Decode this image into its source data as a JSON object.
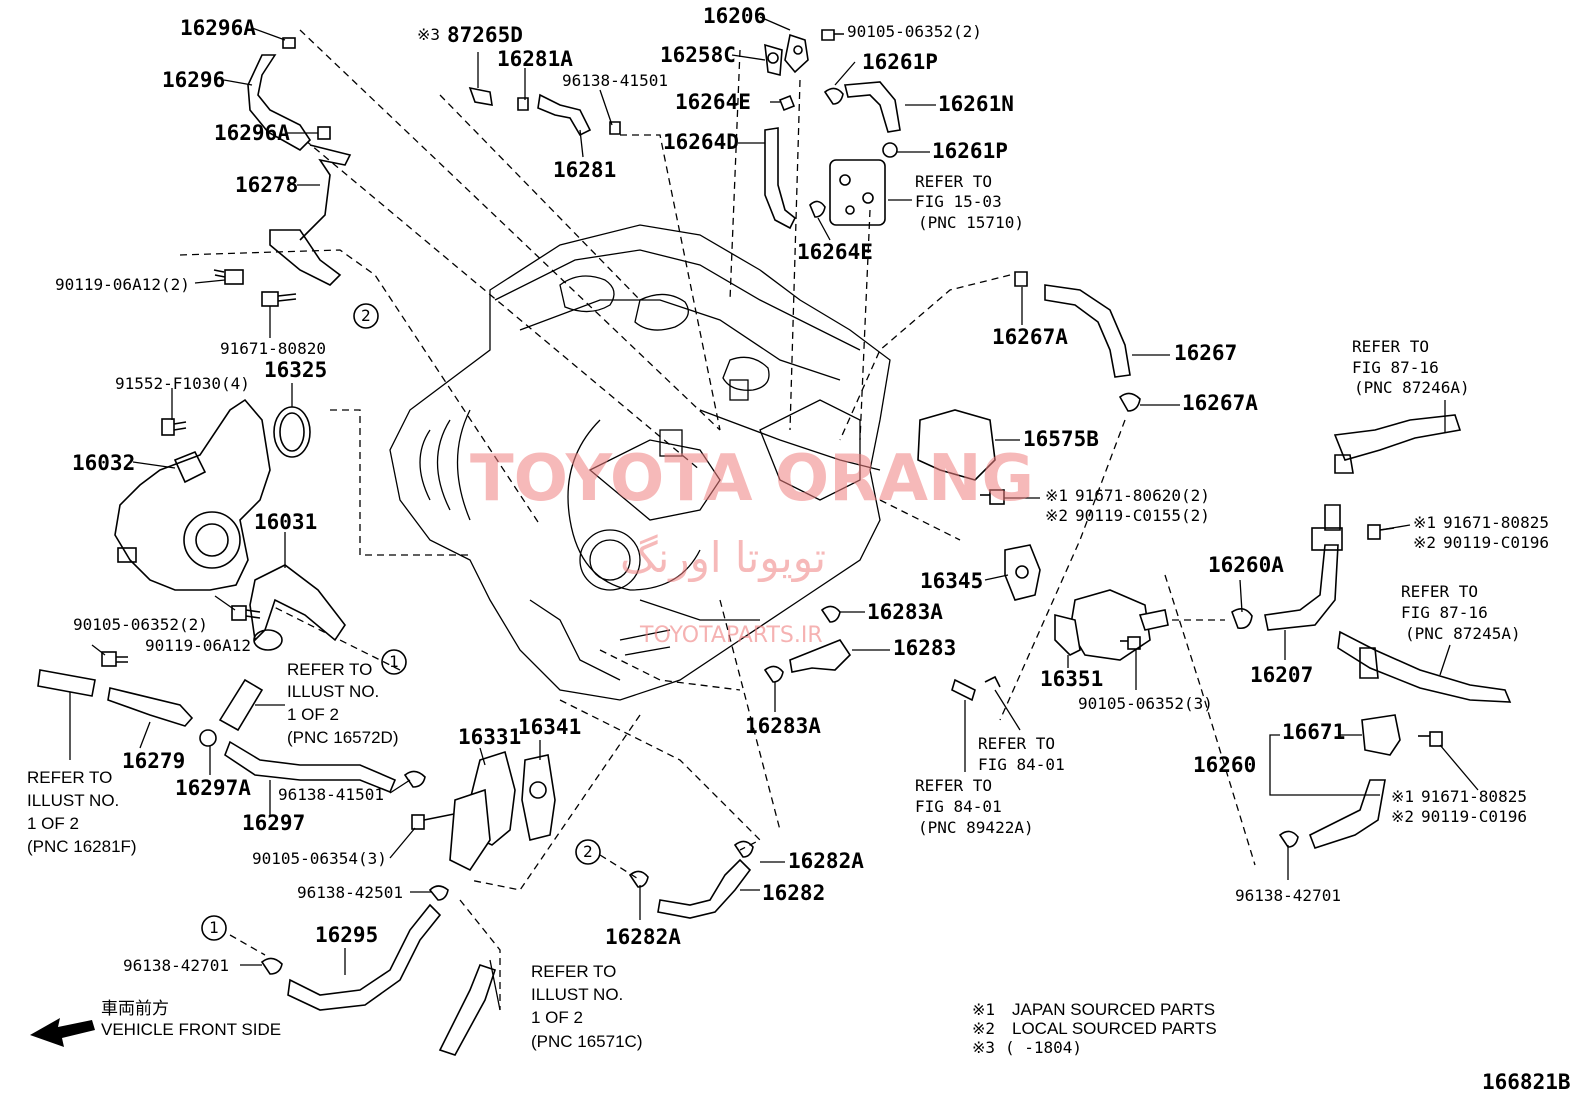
{
  "labels": {
    "p16296A_top": "16296A",
    "p16296": "16296",
    "p16296A_mid": "16296A",
    "p16278": "16278",
    "p90119_06A12_2": "90119-06A12(2)",
    "p91671_80820": "91671-80820",
    "p91552": "91552-F1030(4)",
    "p16325": "16325",
    "p16032": "16032",
    "p16031": "16031",
    "p90105_06352_2": "90105-06352(2)",
    "p90119_06A12": "90119-06A12",
    "p16279": "16279",
    "p16297A": "16297A",
    "p16297": "16297",
    "p96138_41501_b": "96138-41501",
    "p16331": "16331",
    "p16341": "16341",
    "p90105_06354": "90105-06354(3)",
    "p96138_42501": "96138-42501",
    "p16295": "16295",
    "p96138_42701_l": "96138-42701",
    "p87265D": "87265D",
    "p16281A": "16281A",
    "p96138_41501_t": "96138-41501",
    "p16281": "16281",
    "p16206": "16206",
    "p16258C": "16258C",
    "p90105_06352_top": "90105-06352(2)",
    "p16261P_a": "16261P",
    "p16264E_a": "16264E",
    "p16261N": "16261N",
    "p16264D": "16264D",
    "p16261P_b": "16261P",
    "p16264E_b": "16264E",
    "p16267A_a": "16267A",
    "p16267": "16267",
    "p16267A_b": "16267A",
    "p16575B": "16575B",
    "p91671_80620": "91671-80620(2)",
    "p90119_C0155": "90119-C0155(2)",
    "p16345": "16345",
    "p16283A_a": "16283A",
    "p16283": "16283",
    "p16283A_b": "16283A",
    "p16351": "16351",
    "p90105_06352_3": "90105-06352(3)",
    "p16260A": "16260A",
    "p16207": "16207",
    "p91671_80825_a": "91671-80825",
    "p90119_C0196_a": "90119-C0196",
    "p16671": "16671",
    "p16260": "16260",
    "p91671_80825_b": "91671-80825",
    "p90119_C0196_b": "90119-C0196",
    "p96138_42701_r": "96138-42701",
    "p16282A_a": "16282A",
    "p16282": "16282",
    "p16282A_b": "16282A",
    "p166821B": "166821B"
  },
  "marks": {
    "kome1": "※1",
    "kome2": "※2",
    "kome3": "※3",
    "circle1": "1",
    "circle2": "2"
  },
  "refs": {
    "fig15_03": [
      "REFER TO",
      "FIG 15-03",
      "(PNC 15710)"
    ],
    "illust_16572D": [
      "REFER TO",
      "ILLUST NO.",
      "1 OF 2",
      "(PNC 16572D)"
    ],
    "illust_16281F": [
      "REFER TO",
      "ILLUST NO.",
      "1 OF 2",
      "(PNC 16281F)"
    ],
    "illust_16571C": [
      "REFER TO",
      "ILLUST NO.",
      "1 OF 2",
      "(PNC 16571C)"
    ],
    "fig87_16_a": [
      "REFER TO",
      "FIG 87-16",
      "(PNC 87246A)"
    ],
    "fig87_16_b": [
      "REFER TO",
      "FIG 87-16",
      "(PNC 87245A)"
    ],
    "fig84_01_a": [
      "REFER TO",
      "FIG 84-01"
    ],
    "fig84_01_b": [
      "REFER TO",
      "FIG 84-01",
      "(PNC 89422A)"
    ]
  },
  "legend": {
    "japan": "JAPAN SOURCED PARTS",
    "local": "LOCAL SOURCED PARTS",
    "range": "(     -1804)"
  },
  "front": {
    "jp": "車両前方",
    "en": "VEHICLE FRONT SIDE"
  },
  "watermark": {
    "brand": "TOYOTA ORANG",
    "persian": "تویوتا اورنگ",
    "site": "TOYOTAPARTS.IR"
  }
}
